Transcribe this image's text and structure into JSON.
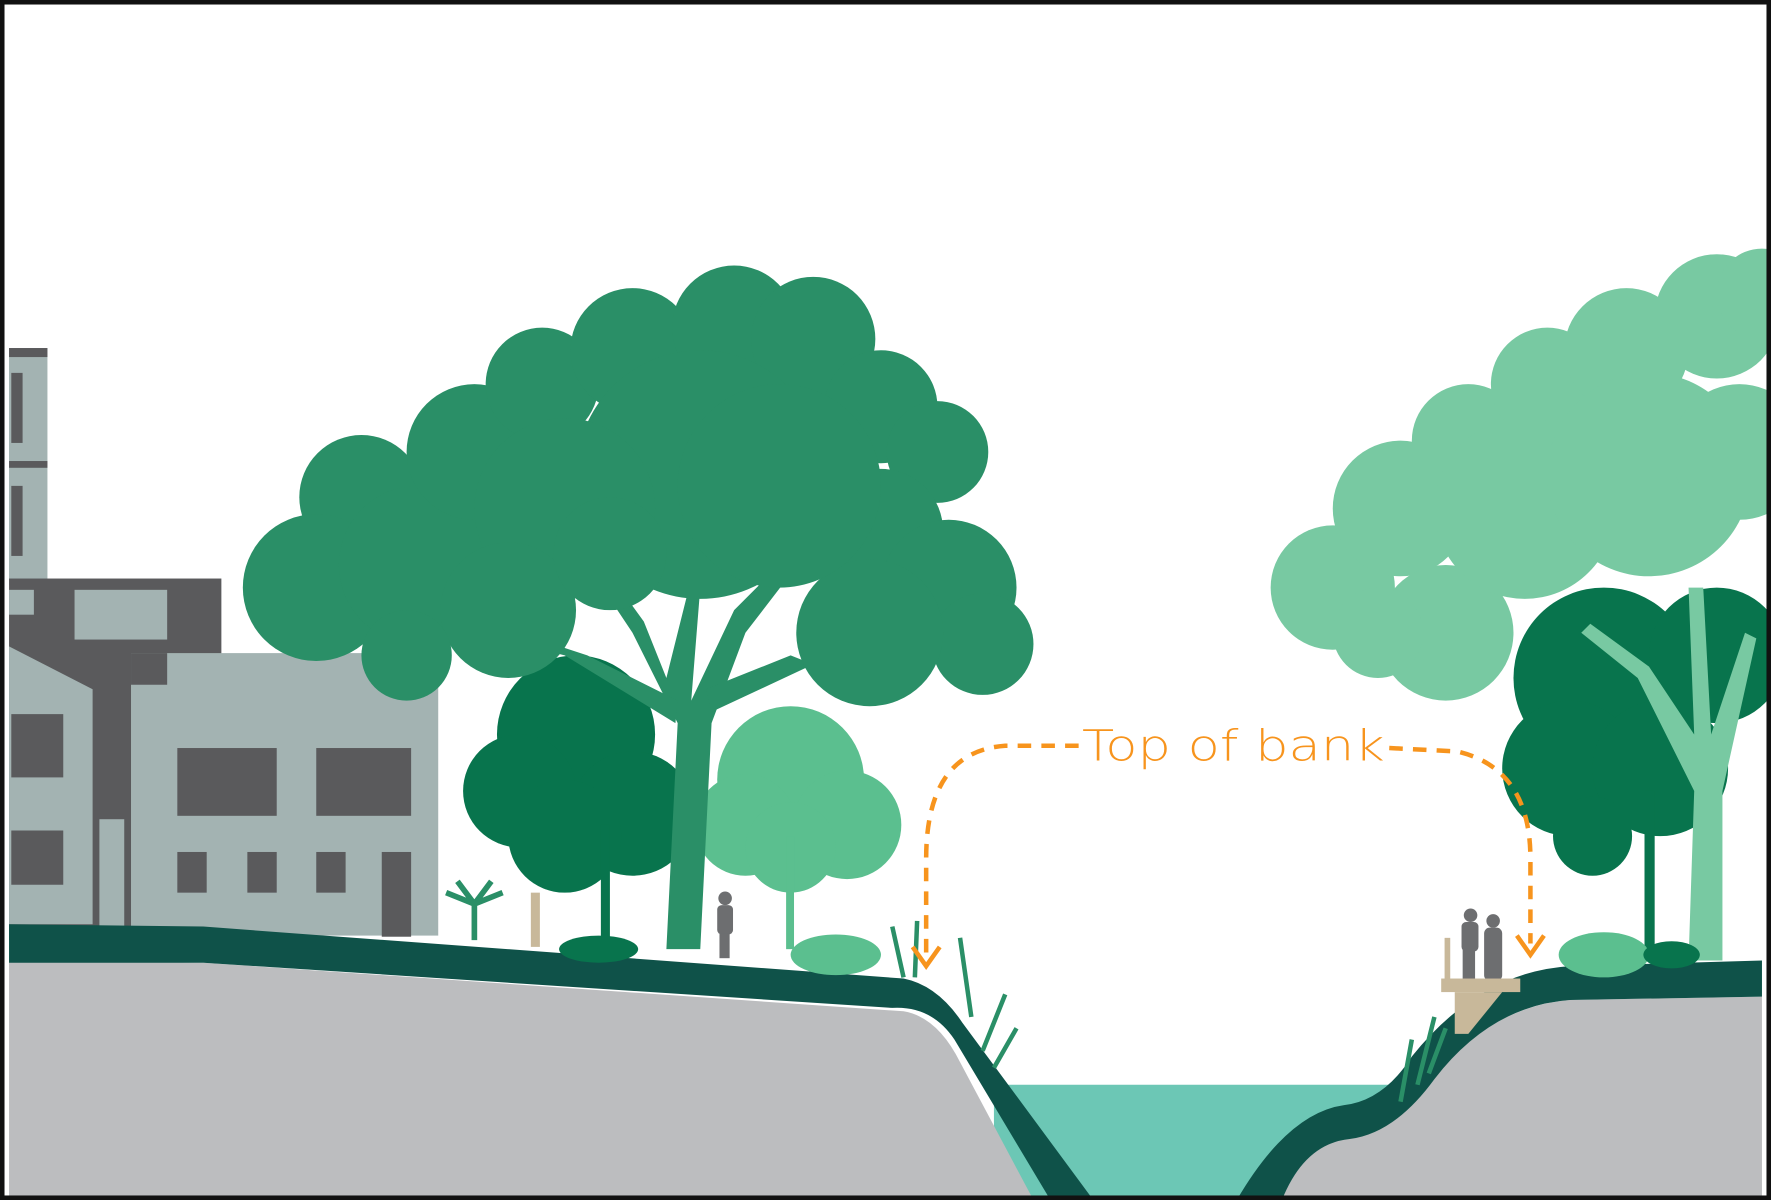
{
  "annotation": {
    "label": "Top of bank",
    "color": "#f7941d",
    "arrow_style": "dashed",
    "arrow_targets": [
      "left-bank-top",
      "right-bank-top"
    ]
  },
  "colors": {
    "ground": "#bcbdbf",
    "bank_edge": "#0f5249",
    "water": "#6cc7b5",
    "tree_mid": "#2a8f67",
    "tree_dark": "#08744d",
    "tree_light": "#5bbf8f",
    "tree_pale": "#78c9a2",
    "building_light": "#a3b3b2",
    "building_dark": "#5a5a5c",
    "people": "#6d6e70",
    "deck": "#c8b89a"
  }
}
